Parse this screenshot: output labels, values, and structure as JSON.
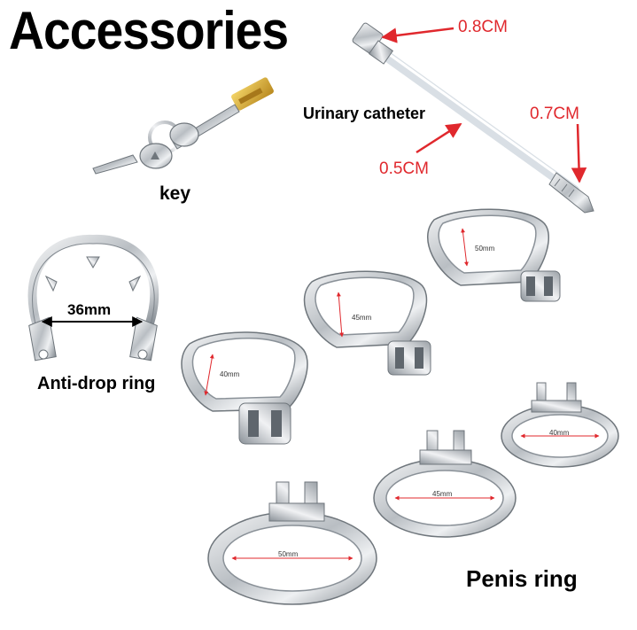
{
  "title": "Accessories",
  "labels": {
    "key": "key",
    "catheter": "Urinary catheter",
    "anti_drop": "Anti-drop ring",
    "penis_ring": "Penis ring"
  },
  "measurements": {
    "catheter_top": "0.8CM",
    "catheter_tip": "0.7CM",
    "catheter_body": "0.5CM",
    "anti_drop_width": "36mm",
    "cage_large": "50mm",
    "cage_medium": "45mm",
    "cage_small": "40mm",
    "ring_large": "50mm",
    "ring_medium": "45mm",
    "ring_small": "40mm"
  },
  "colors": {
    "annotation": "#e0282d",
    "metal": "#c8ccd0",
    "metal_dark": "#7d848b",
    "brass": "#d9b23a"
  }
}
